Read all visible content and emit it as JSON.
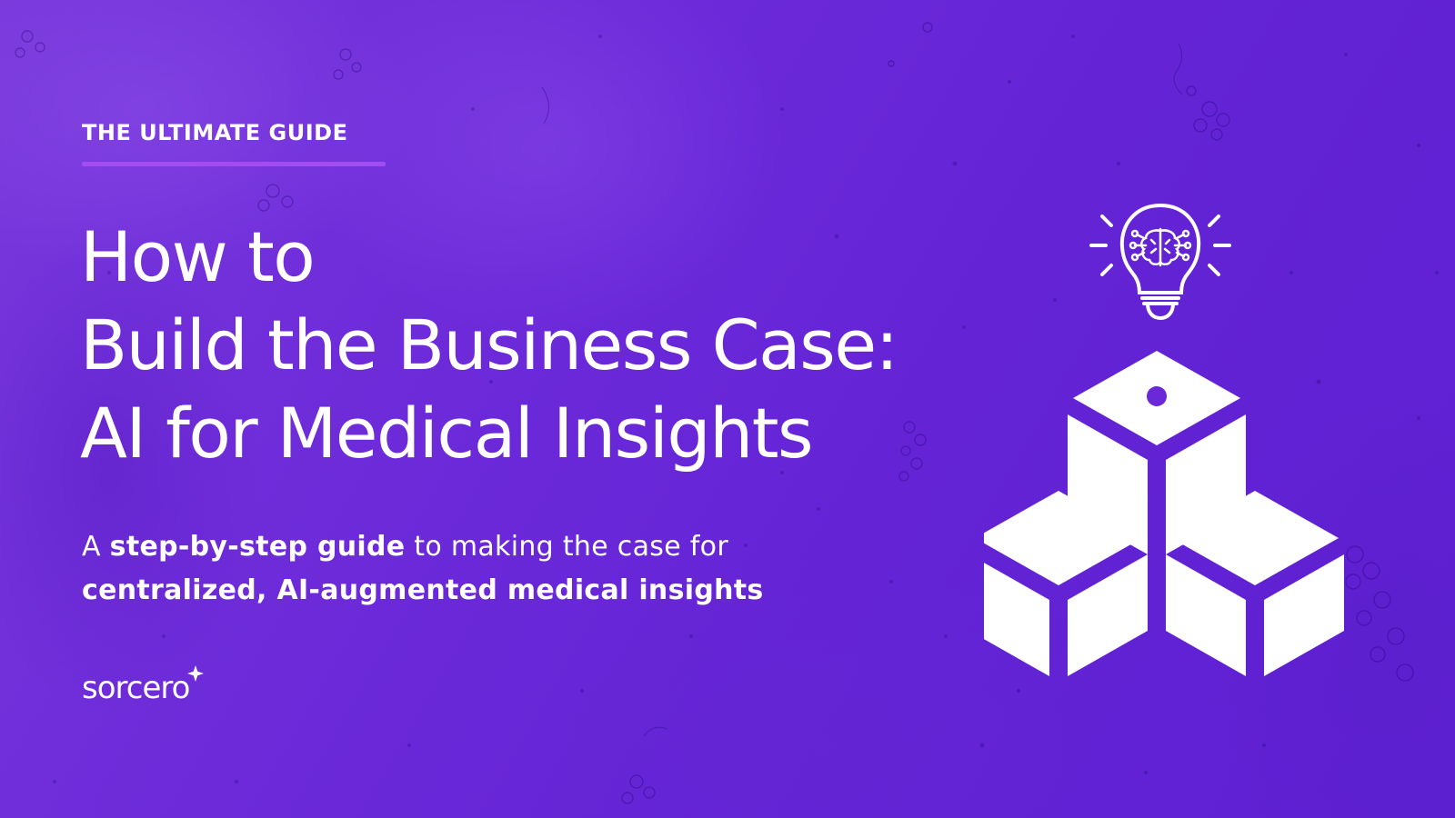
{
  "kicker": "THE ULTIMATE GUIDE",
  "headline": {
    "line1": "How to",
    "line2": "Build the Business Case:",
    "line3": "AI for Medical Insights"
  },
  "subheading": {
    "part1": "A ",
    "bold1": "step-by-step guide",
    "part2": " to making the case for",
    "bold2": "centralized, AI-augmented medical insights"
  },
  "brand": {
    "name": "sorcero"
  },
  "icons": {
    "illustration_top": "lightbulb-brain-icon",
    "illustration_main": "stacked-cubes-icon",
    "brand_mark": "sparkle-icon"
  },
  "colors": {
    "background": "#6a28d8",
    "accent_rule": "#a24df0",
    "text": "#ffffff"
  }
}
